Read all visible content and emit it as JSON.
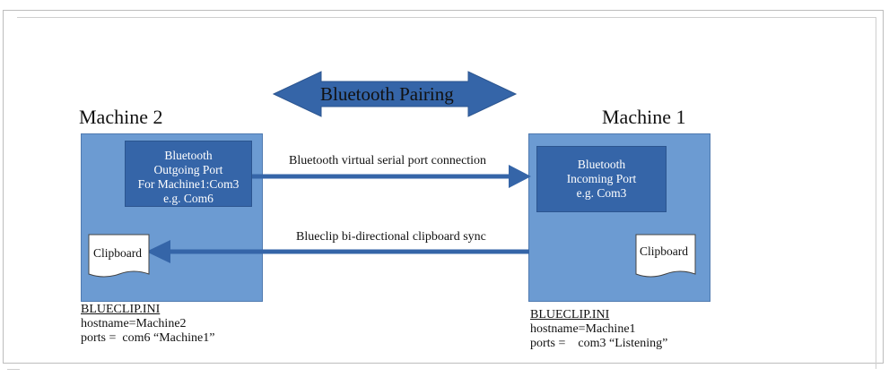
{
  "pairing": {
    "label": "Bluetooth Pairing"
  },
  "machine2": {
    "title": "Machine 2",
    "port": {
      "lines": [
        "Bluetooth",
        "Outgoing Port",
        "For Machine1:Com3",
        "e.g. Com6"
      ]
    },
    "clipboard_label": "Clipboard",
    "ini": {
      "file": "BLUECLIP.INI",
      "hostname": "hostname=Machine2",
      "ports": "ports =  com6 “Machine1”"
    }
  },
  "machine1": {
    "title": "Machine 1",
    "port": {
      "lines": [
        "Bluetooth",
        "Incoming Port",
        "e.g. Com3"
      ]
    },
    "clipboard_label": "Clipboard",
    "ini": {
      "file": "BLUECLIP.INI",
      "hostname": "hostname=Machine1",
      "ports": "ports =    com3 “Listening”"
    }
  },
  "connections": {
    "serial": "Bluetooth virtual serial port connection",
    "sync": "Blueclip bi-directional clipboard sync"
  },
  "colors": {
    "box": "#6c9bd2",
    "port": "#3565a8",
    "arrow": "#3565a8",
    "arrow_dark": "#2c558f"
  }
}
